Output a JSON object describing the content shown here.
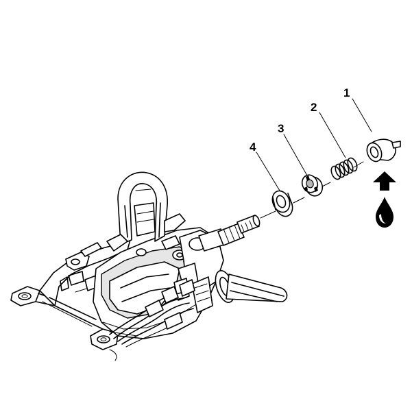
{
  "callouts": [
    {
      "id": "1",
      "label": "1"
    },
    {
      "id": "2",
      "label": "2"
    },
    {
      "id": "3",
      "label": "3"
    },
    {
      "id": "4",
      "label": "4"
    }
  ],
  "symbols": {
    "arrow_icon": "up-arrow-icon",
    "lubricant_icon": "oil-drop-icon"
  },
  "colors": {
    "ink": "#000000",
    "background": "#ffffff"
  }
}
